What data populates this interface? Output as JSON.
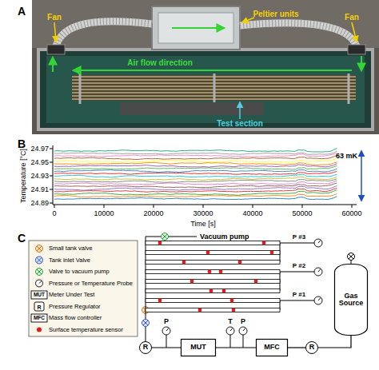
{
  "diagram": {
    "nodes": [
      {
        "text": [
          "R"
        ]
      },
      {
        "text": [
          "MUT"
        ]
      },
      {
        "text": [
          "MFC"
        ]
      },
      {
        "text": [
          "R"
        ]
      },
      {
        "text": [
          "Gas Source"
        ]
      }
    ],
    "edges": [
      {
        "from": 4,
        "to": 3,
        "arrow": "none"
      },
      {
        "from": 3,
        "to": 2,
        "arrow": "none"
      },
      {
        "from": 2,
        "to": 1,
        "arrow": "none"
      },
      {
        "from": 1,
        "to": 0,
        "arrow": "none"
      }
    ],
    "labels": [
      "A",
      "Fan",
      "Peltier units",
      "Fan",
      "Air flow direction",
      "Test section",
      "B",
      "24.97",
      "24.95",
      "24.93",
      "24.91",
      "24.89",
      "Temperature [°C]",
      "0",
      "10000",
      "20000",
      "30000",
      "40000",
      "50000",
      "60000",
      "Time [s]",
      "63 mK",
      "C",
      "MUT",
      "R",
      "MFC",
      "Vacuum pump",
      "P #3",
      "P #2",
      "P #1",
      "P",
      "T",
      "P"
    ],
    "legend": [
      {
        "text": "Small tank valve"
      },
      {
        "text": "Tank inlet Valve"
      },
      {
        "text": "Valve to vacuum pump"
      },
      {
        "text": "Pressure or Temperature Probe"
      },
      {
        "text": "Meter Under Test"
      },
      {
        "text": "Pressure Regulator"
      },
      {
        "text": "Mass flow controller"
      },
      {
        "text": "Surface temperature sensor",
        "color": "#e01b1b"
      }
    ]
  }
}
